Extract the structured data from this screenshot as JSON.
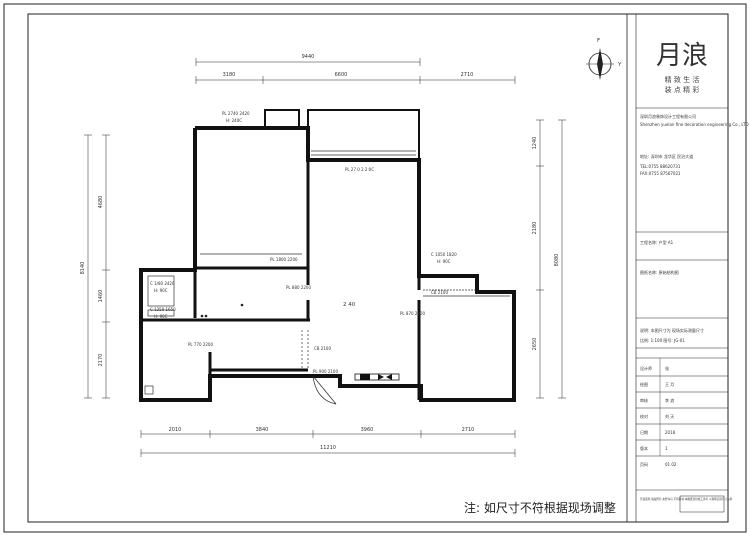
{
  "drawing": {
    "dims_top": {
      "overall": "9440",
      "seg1": "3180",
      "seg2": "6600",
      "seg3": "2710"
    },
    "dims_bottom": {
      "overall": "11210",
      "seg1": "2010",
      "seg2": "3840",
      "seg3": "3960",
      "seg4": "2710"
    },
    "dims_left": {
      "overall": "8140",
      "upper": "4680",
      "middle": "1460",
      "lower": "2170"
    },
    "dims_right": {
      "overall": "8080",
      "top": "1240",
      "middle": "2180",
      "lower": "2650"
    },
    "rooms": [
      {
        "label": "PL  2740 2420",
        "note": "H: 240C"
      },
      {
        "label": "PL  27 0 2 2:0C",
        "note": ""
      },
      {
        "label": "PL  1800 2200",
        "note": ""
      },
      {
        "label": "PL  880 2200",
        "note": ""
      },
      {
        "label": "PL  870 2200",
        "note": ""
      },
      {
        "label": "PL  770 2200",
        "note": ""
      },
      {
        "label": "PL  900 2100",
        "note": ""
      },
      {
        "label": "C  1/80 2420",
        "note": "H: 90C"
      },
      {
        "label": "C  1250 1650",
        "note": "H: 90C"
      },
      {
        "label": "C  1050 1820",
        "note": "H: 90C"
      },
      {
        "label": "CB 2100",
        "note": ""
      },
      {
        "label": "CB 2100",
        "note": ""
      },
      {
        "label": "2 40",
        "note": ""
      }
    ],
    "north": {
      "n": "F",
      "y": "Y"
    }
  },
  "title_block": {
    "logo_text": "月浪",
    "slogan_line1": "精 致 生 活",
    "slogan_line2": "装 点 精 彩",
    "company_line1": "深圳月浪装饰设计工程有限公司",
    "company_line2": "Shenzhen yuelan fine decoration engineering Co., LTD",
    "address": "地址: 深圳市 龙华区 民治大道",
    "tel": "TEL:0755  88620731",
    "fax": "FAX:0755  87567021",
    "project_label": "工程名称: 户型  A1",
    "drawing_label": "图纸名称: 原始结构图",
    "note_line": "说明: 本图尺寸为 现场实际测量尺寸",
    "scale_line": "比例: 1:100    图号: JG-01",
    "sign_rows": [
      {
        "label": "设计师",
        "value": "张"
      },
      {
        "label": "绘图",
        "value": "王 月"
      },
      {
        "label": "审核",
        "value": "李 浪"
      },
      {
        "label": "校对",
        "value": "刘 天"
      },
      {
        "label": "日期",
        "value": "2018"
      },
      {
        "label": "版本",
        "value": "1"
      },
      {
        "label": "页码",
        "value": "01 02"
      }
    ],
    "footer_text": "月浪装饰 版权所有 未经许可 不得复制 本图纸仅供施工参考 以现场实际尺寸为准"
  },
  "footnote": "注: 如尺寸不符根据现场调整"
}
